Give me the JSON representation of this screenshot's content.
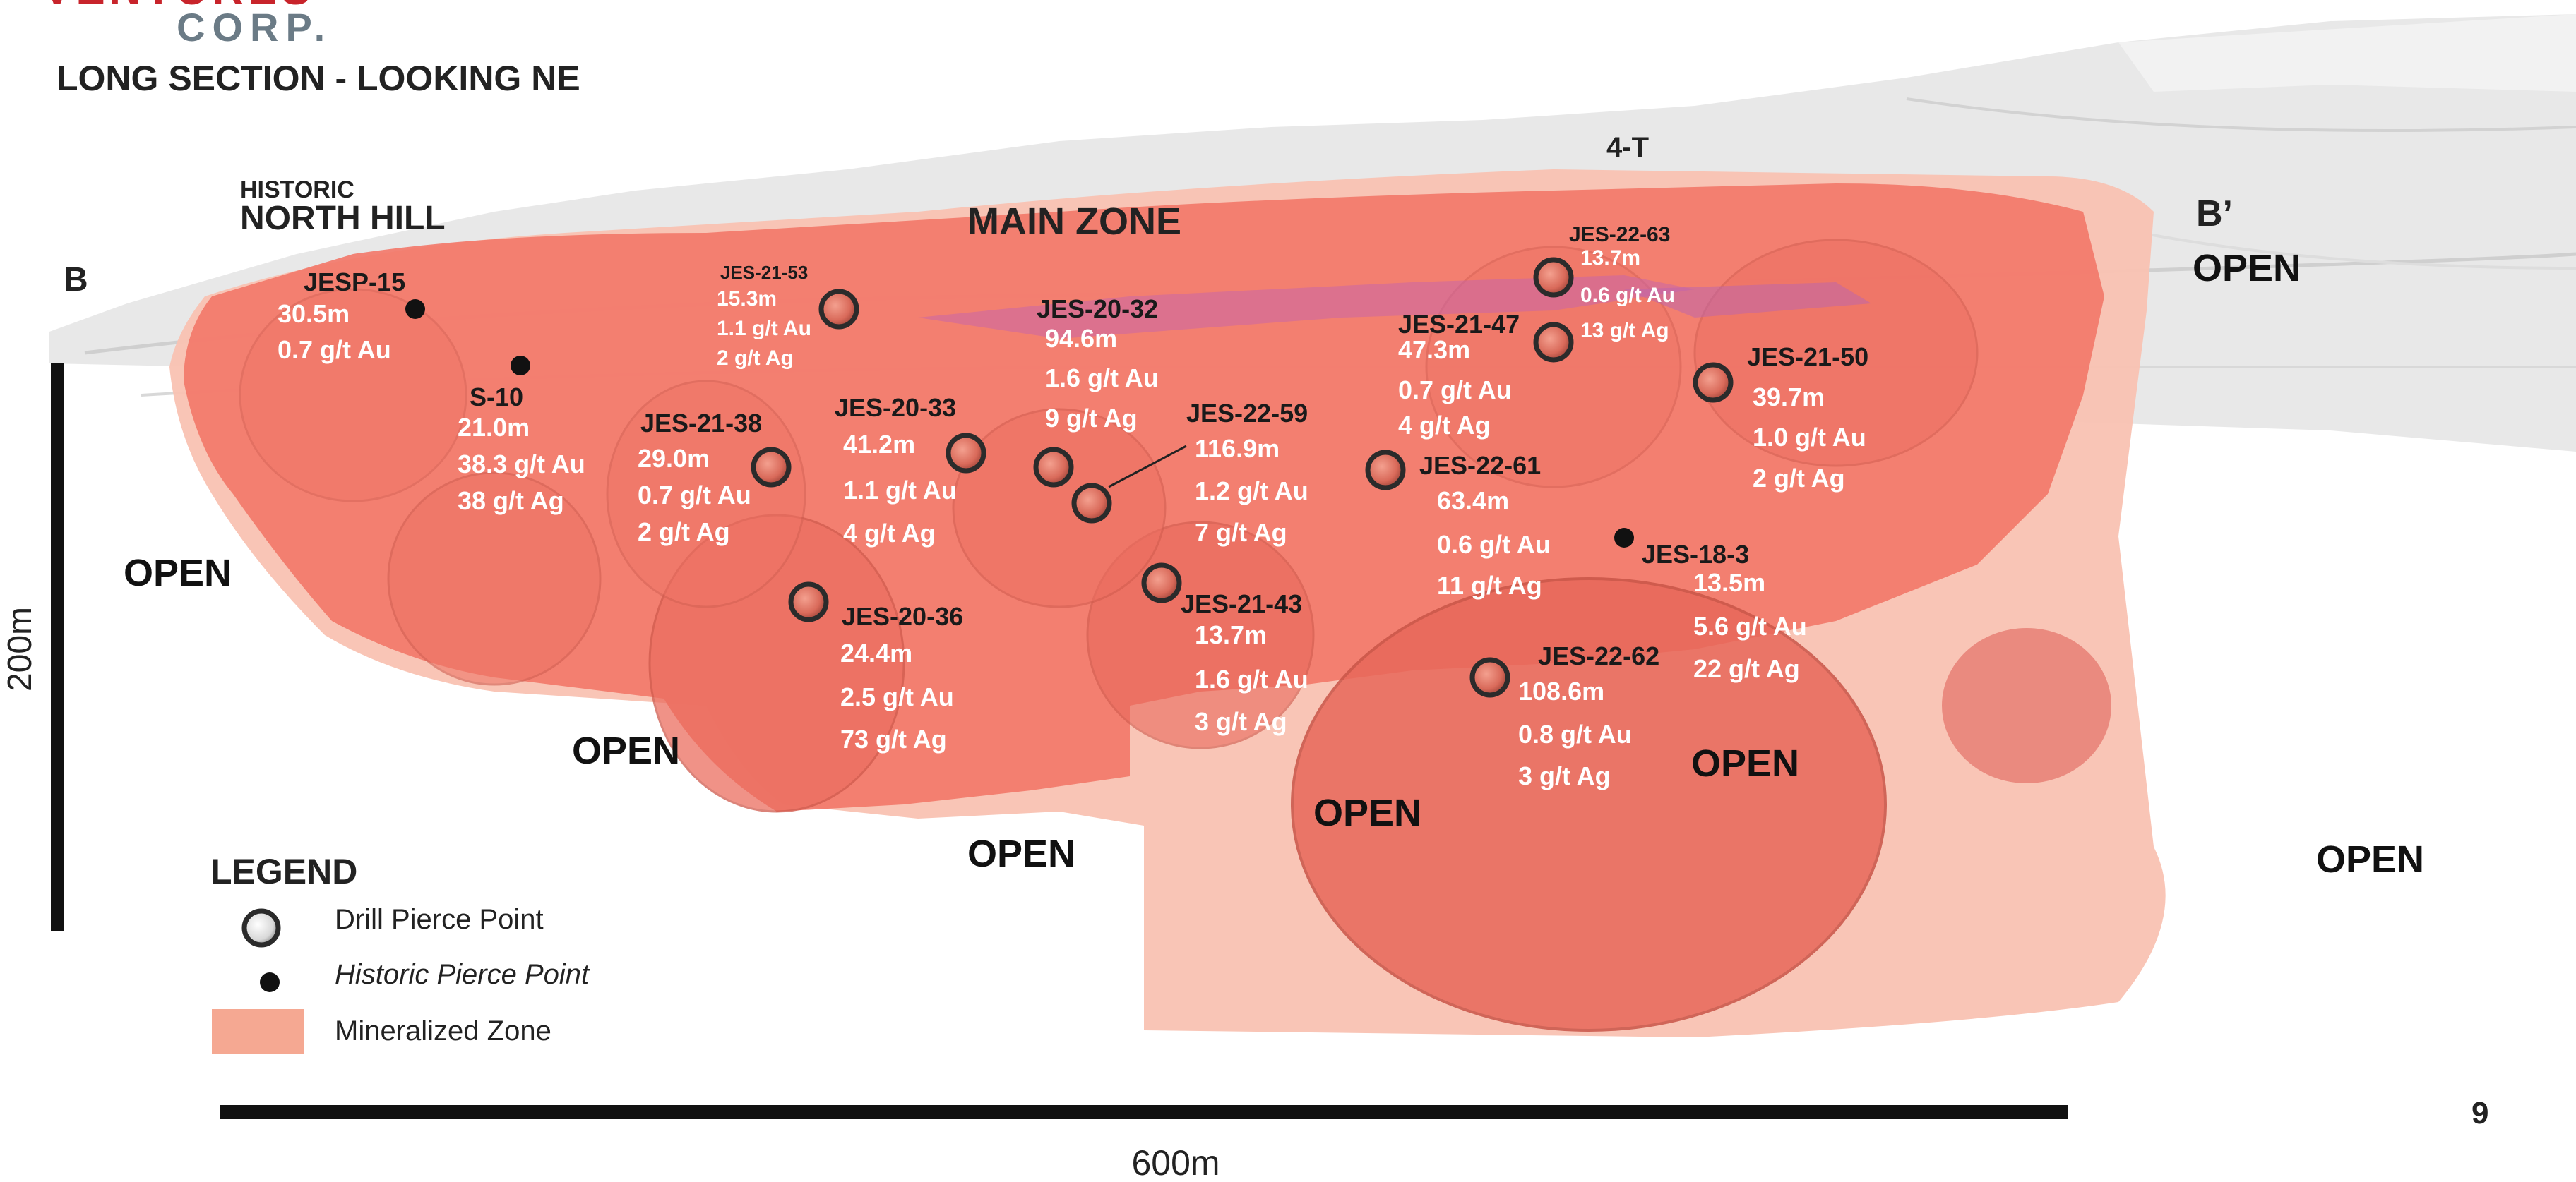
{
  "company": {
    "line1": "VENTURES",
    "line2": "CORP."
  },
  "title": "LONG SECTION - LOOKING NE",
  "section_ends": {
    "start": "B",
    "end": "B’"
  },
  "zone_labels": {
    "historic_line1": "HISTORIC",
    "historic_line2": "NORTH HILL",
    "main": "MAIN ZONE",
    "four_t": "4-T"
  },
  "open_label": "OPEN",
  "scale": {
    "vertical": "200m",
    "horizontal": "600m"
  },
  "page_number": "9",
  "legend": {
    "title": "LEGEND",
    "drill": "Drill Pierce Point",
    "historic": "Historic Pierce Point",
    "zone": "Mineralized Zone"
  },
  "colors": {
    "zone_fill": "#f2786a",
    "zone_halo": "#f9c2b2",
    "drill_marker": "#2b2b2b",
    "historic_marker": "#111111",
    "company_red": "#c8242b",
    "company_grey": "#6b7b86"
  },
  "intercepts": [
    {
      "id": "JESP-15",
      "lines": [
        "30.5m",
        "0.7 g/t Au"
      ]
    },
    {
      "id": "S-10",
      "lines": [
        "21.0m",
        "38.3 g/t Au",
        "38 g/t Ag"
      ]
    },
    {
      "id": "JES-21-53",
      "lines": [
        "15.3m",
        "1.1 g/t Au",
        "2 g/t Ag"
      ]
    },
    {
      "id": "JES-21-38",
      "lines": [
        "29.0m",
        "0.7 g/t Au",
        "2 g/t Ag"
      ]
    },
    {
      "id": "JES-20-33",
      "lines": [
        "41.2m",
        "1.1 g/t Au",
        "4 g/t Ag"
      ]
    },
    {
      "id": "JES-20-32",
      "lines": [
        "94.6m",
        "1.6 g/t Au",
        "9 g/t Ag"
      ]
    },
    {
      "id": "JES-22-59",
      "lines": [
        "116.9m",
        "1.2 g/t Au",
        "7 g/t Ag"
      ]
    },
    {
      "id": "JES-20-36",
      "lines": [
        "24.4m",
        "2.5 g/t Au",
        "73 g/t Ag"
      ]
    },
    {
      "id": "JES-21-43",
      "lines": [
        "13.7m",
        "1.6 g/t Au",
        "3 g/t Ag"
      ]
    },
    {
      "id": "JES-21-47",
      "lines": [
        "47.3m",
        "0.7 g/t Au",
        "4 g/t Ag"
      ]
    },
    {
      "id": "JES-22-63",
      "lines": [
        "13.7m",
        "0.6 g/t Au",
        "13 g/t Ag"
      ]
    },
    {
      "id": "JES-21-50",
      "lines": [
        "39.7m",
        "1.0 g/t Au",
        "2 g/t Ag"
      ]
    },
    {
      "id": "JES-22-61",
      "lines": [
        "63.4m",
        "0.6 g/t Au",
        "11 g/t Ag"
      ]
    },
    {
      "id": "JES-18-3",
      "lines": [
        "13.5m",
        "5.6 g/t Au",
        "22 g/t Ag"
      ]
    },
    {
      "id": "JES-22-62",
      "lines": [
        "108.6m",
        "0.8 g/t Au",
        "3 g/t Ag"
      ]
    }
  ]
}
